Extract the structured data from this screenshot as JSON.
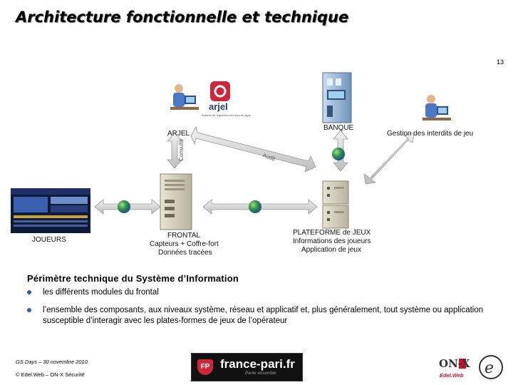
{
  "slide": {
    "title": "Architecture fonctionnelle et technique",
    "page_number": "13"
  },
  "diagram": {
    "arjel_logo_text": "arjel",
    "arjel_logo_sub": "Autorité de régulation des jeux en ligne",
    "labels": {
      "arjel": "ARJEL",
      "banque": "BANQUE",
      "interdits": "Gestion des interdits de jeu",
      "consulte": "Consulte",
      "audit": "Audit",
      "joueurs": "JOUEURS",
      "frontal": [
        "FRONTAL",
        "Capteurs + Coffre-fort",
        "Données tracées"
      ],
      "plateforme": [
        "PLATEFORME de JEUX",
        "Informations des joueurs",
        "Application de jeux"
      ]
    }
  },
  "content": {
    "section_title": "Périmètre technique du Système d’Information",
    "bullets": [
      "les différents modules du frontal",
      "l’ensemble des composants, aux niveaux système, réseau et applicatif et, plus généralement, tout système ou application susceptible d’interagir avec les plates-formes de jeux de l’opérateur"
    ]
  },
  "footer": {
    "event": "GS Days – 30 novembre 2010",
    "copyright": "© Edel.Web – ON-X Sécurité",
    "france_pari_text": "france-pari.fr",
    "france_pari_badge": "FP",
    "france_pari_tag": "Parier ensemble",
    "onx_text": "ON-X",
    "edelweb_text": "Edel.Web"
  },
  "colors": {
    "bullet": "#2b62b8",
    "arjel_red": "#d0263a",
    "edelweb_red": "#d0102a",
    "arrow_grey": "#c8c8c8"
  }
}
